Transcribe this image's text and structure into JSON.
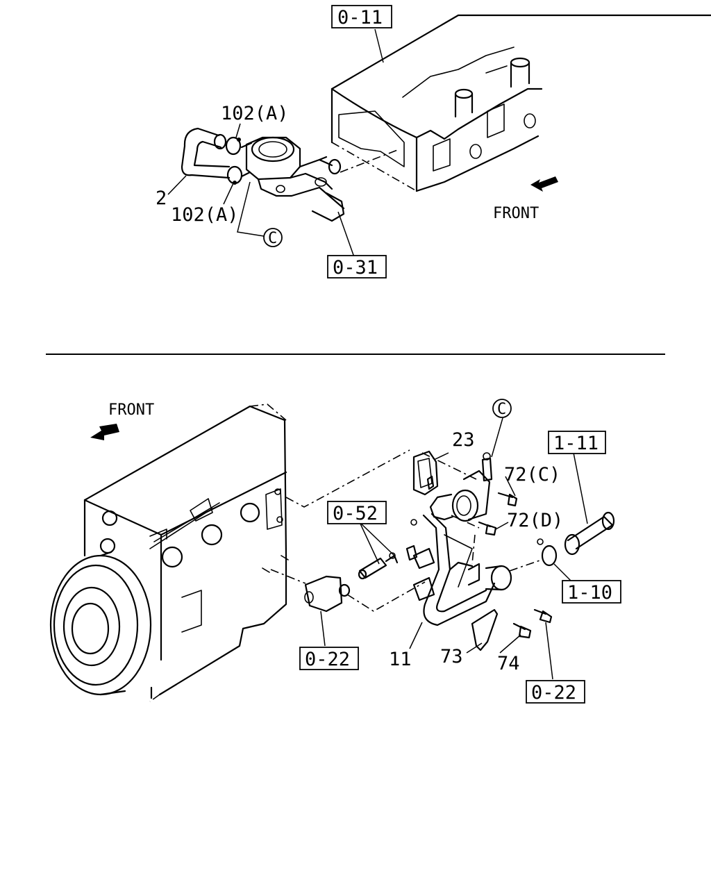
{
  "top_view": {
    "refs": {
      "engine_head": "0-11",
      "thermostat_housing": "0-31"
    },
    "callouts": {
      "hose": "2",
      "clamp_upper": "102(A)",
      "clamp_lower": "102(A)",
      "connector": "C"
    },
    "direction_label": "FRONT"
  },
  "bottom_view": {
    "refs": {
      "hose_ref": "1-11",
      "clamp_ref": "1-10",
      "bracket_ref_left": "0-22",
      "bolt_ref_right": "0-22",
      "sensor_ref": "0-52"
    },
    "callouts": {
      "gasket": "23",
      "bolt_c": "72(C)",
      "bolt_d": "72(D)",
      "pipe": "11",
      "bracket": "73",
      "bolt": "74",
      "connector": "C"
    },
    "direction_label": "FRONT"
  }
}
